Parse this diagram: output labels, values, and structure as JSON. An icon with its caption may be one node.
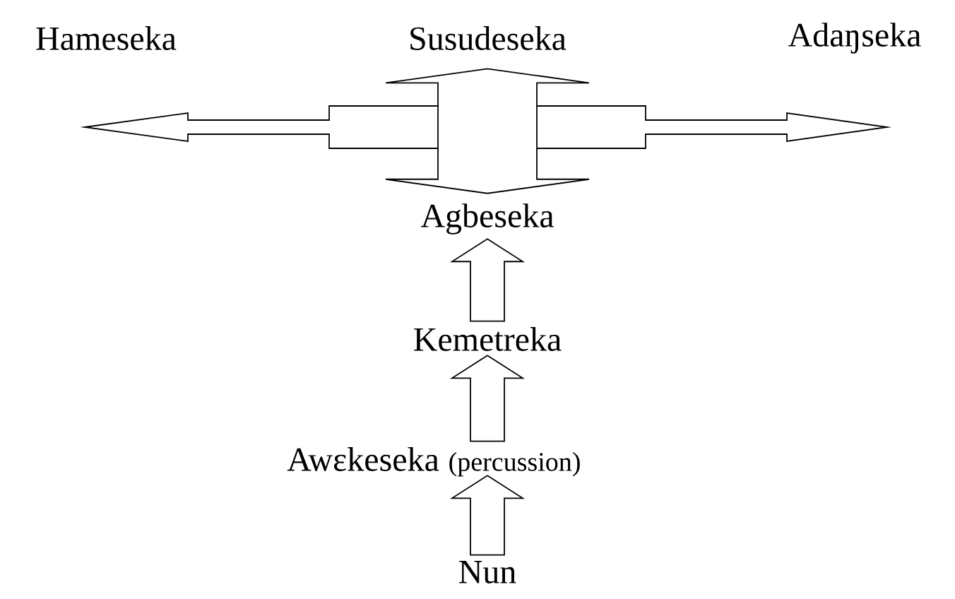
{
  "diagram": {
    "nodes": [
      {
        "text": [
          "Hameseka"
        ]
      },
      {
        "text": [
          "Susudeseka"
        ]
      },
      {
        "text": [
          "Adaŋseka"
        ]
      },
      {
        "text": [
          "Agbeseka"
        ]
      },
      {
        "text": [
          "Kemetreka"
        ]
      },
      {
        "text": [
          "Awεkeseka"
        ],
        "beside": [
          "(percussion)"
        ]
      },
      {
        "text": [
          "Nun"
        ]
      }
    ],
    "edges": [
      {
        "from": 0,
        "to": 2,
        "arrow": "both"
      },
      {
        "from": 1,
        "to": 3,
        "arrow": "both"
      },
      {
        "from": 6,
        "to": 5,
        "arrow": "to"
      },
      {
        "from": 5,
        "to": 4,
        "arrow": "to"
      },
      {
        "from": 4,
        "to": 3,
        "arrow": "to"
      }
    ]
  }
}
